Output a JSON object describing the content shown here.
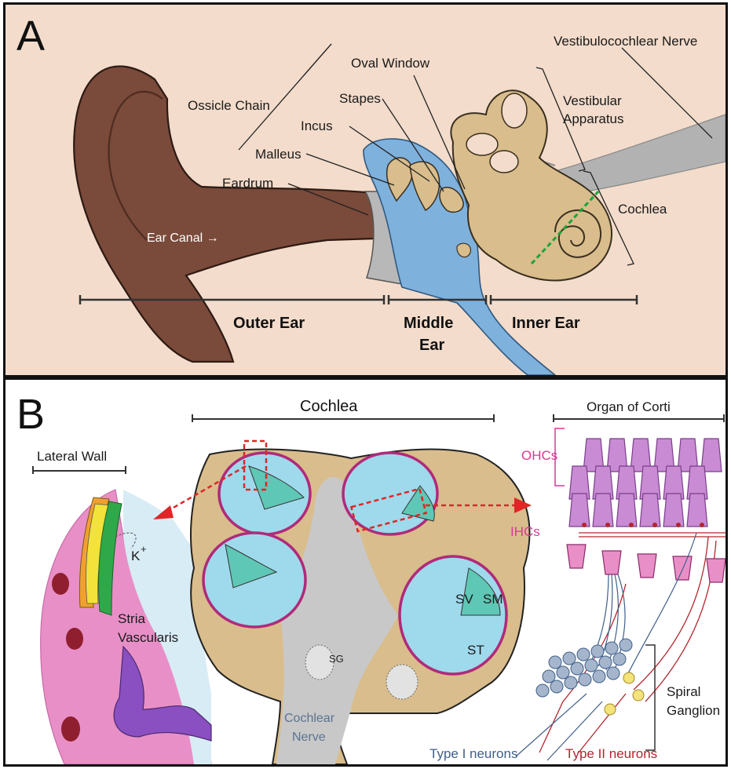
{
  "panel_a": {
    "letter": "A",
    "labels": {
      "vestibulocochlear_nerve": "Vestibulocochlear Nerve",
      "oval_window": "Oval Window",
      "ossicle_chain": "Ossicle Chain",
      "stapes": "Stapes",
      "incus": "Incus",
      "malleus": "Malleus",
      "eardrum": "Eardrum",
      "ear_canal": "Ear Canal →",
      "vestibular_line1": "Vestibular",
      "vestibular_line2": "Apparatus",
      "cochlea": "Cochlea"
    },
    "regions": {
      "outer_ear": "Outer Ear",
      "middle_ear_line1": "Middle",
      "middle_ear_line2": "Ear",
      "inner_ear": "Inner Ear"
    }
  },
  "panel_b": {
    "letter": "B",
    "headings": {
      "lateral_wall": "Lateral Wall",
      "cochlea": "Cochlea",
      "organ_of_corti": "Organ of Corti"
    },
    "labels": {
      "k_plus": "K",
      "k_plus_sup": "+",
      "stria_line1": "Stria",
      "stria_line2": "Vascularis",
      "sv": "SV",
      "sm": "SM",
      "st": "ST",
      "sg": "SG",
      "cochlear_nerve_line1": "Cochlear",
      "cochlear_nerve_line2": "Nerve",
      "ohcs": "OHCs",
      "ihcs": "IHCs",
      "spiral_line1": "Spiral",
      "spiral_line2": "Ganglion",
      "type1": "Type I neurons",
      "type2": "Type II neurons"
    }
  },
  "colors": {
    "skin": "#f3dccb",
    "ear": "#7a4a3a",
    "bone": "#d9bd8c",
    "middle_ear_blue": "#7fb1dd",
    "fluid": "#9fd9ec",
    "membrane_pink": "#d76aa8",
    "tissue_pink": "#e98fc7",
    "hair_cell": "#c98bd4",
    "type1_blue": "#3f5f8a",
    "type2_red": "#b3262e",
    "arrow_red": "#e02626",
    "green_dashed": "#1aa33a"
  }
}
